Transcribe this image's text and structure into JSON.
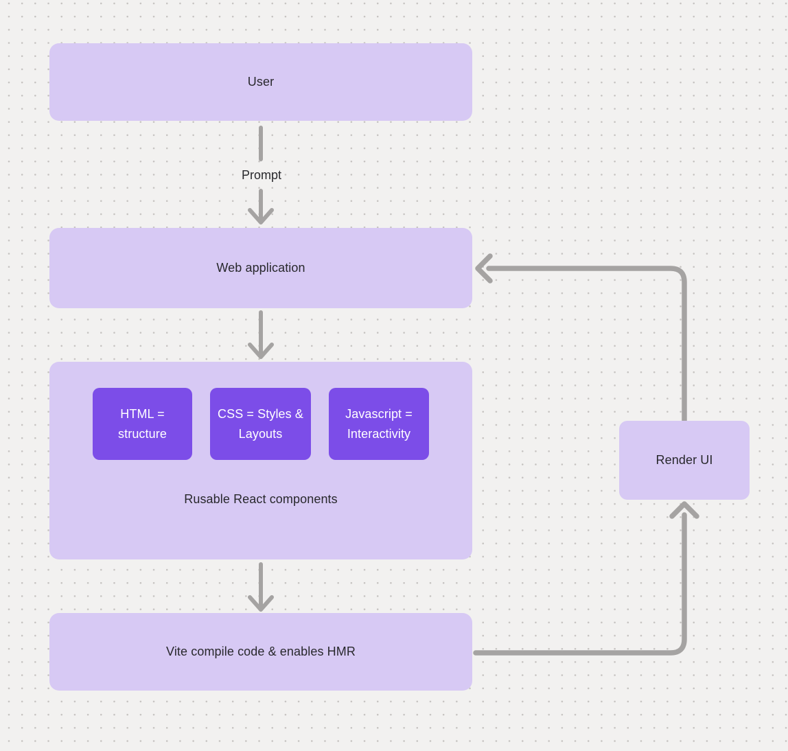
{
  "diagram": {
    "nodes": {
      "user": {
        "label": "User"
      },
      "web_application": {
        "label": "Web application"
      },
      "components_group": {
        "caption": "Rusable React components",
        "children": [
          {
            "id": "html",
            "label": "HTML = structure"
          },
          {
            "id": "css",
            "label": "CSS = Styles & Layouts"
          },
          {
            "id": "javascript",
            "label": "Javascript = Interactivity"
          }
        ]
      },
      "vite": {
        "label": "Vite compile code & enables HMR"
      },
      "render_ui": {
        "label": "Render UI"
      }
    },
    "edges": [
      {
        "from": "user",
        "to": "web_application",
        "label": "Prompt"
      },
      {
        "from": "web_application",
        "to": "components_group",
        "label": ""
      },
      {
        "from": "components_group",
        "to": "vite",
        "label": ""
      },
      {
        "from": "vite",
        "to": "render_ui",
        "label": ""
      },
      {
        "from": "render_ui",
        "to": "web_application",
        "label": ""
      }
    ],
    "colors": {
      "background": "#f2f1f0",
      "dot_grid": "#c5c2c0",
      "node_fill": "#d7c9f4",
      "accent_fill": "#7c4de8",
      "arrow": "#a5a3a2",
      "text_dark": "#28282c",
      "text_light": "#ffffff"
    }
  }
}
